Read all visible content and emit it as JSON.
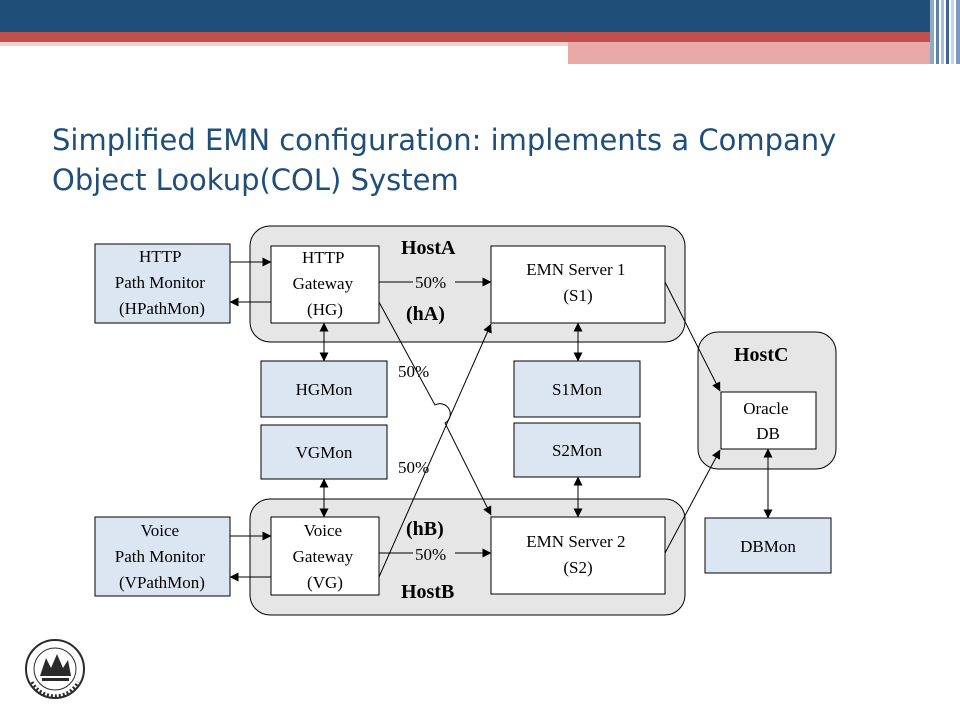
{
  "slide": {
    "title_line1": "Simplified EMN configuration: implements a Company",
    "title_line2": "Object Lookup(COL) System",
    "colors": {
      "title": "#1f4e79",
      "band_dark": "#1f4e79",
      "band_red": "#c0504d",
      "host_fill": "#e6e6e6",
      "box_fill": "#dce6f2"
    }
  },
  "diagram": {
    "hosts": {
      "host_a": "HostA",
      "host_a_tag": "(hA)",
      "host_b": "HostB",
      "host_b_tag": "(hB)",
      "host_c": "HostC"
    },
    "boxes": {
      "http_path_monitor": [
        "HTTP",
        "Path Monitor",
        "(HPathMon)"
      ],
      "http_gateway": [
        "HTTP",
        "Gateway",
        "(HG)"
      ],
      "emn_server_1": [
        "EMN Server 1",
        "(S1)"
      ],
      "hgmon": "HGMon",
      "vgmon": "VGMon",
      "s1mon": "S1Mon",
      "s2mon": "S2Mon",
      "oracle_db": [
        "Oracle",
        "DB"
      ],
      "voice_path_monitor": [
        "Voice",
        "Path Monitor",
        "(VPathMon)"
      ],
      "voice_gateway": [
        "Voice",
        "Gateway",
        "(VG)"
      ],
      "emn_server_2": [
        "EMN Server 2",
        "(S2)"
      ],
      "dbmon": "DBMon"
    },
    "percentages": {
      "hg_to_s1": "50%",
      "hg_to_s2": "50%",
      "vg_to_s1": "50%",
      "vg_to_s2": "50%"
    }
  }
}
